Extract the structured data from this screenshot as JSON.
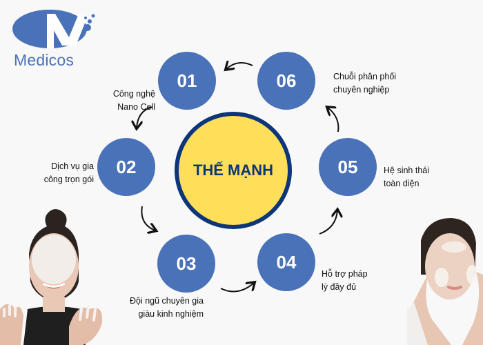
{
  "brand": {
    "name": "Medicos",
    "color": "#4a72b8"
  },
  "center": {
    "title": "THẾ MẠNH",
    "fill": "#ffde59",
    "border": "#0c3679"
  },
  "nodes": [
    {
      "number": "01",
      "label_line1": "Công nghệ",
      "label_line2": "Nano Cell"
    },
    {
      "number": "02",
      "label_line1": "Dịch vụ gia",
      "label_line2": "công trọn gói"
    },
    {
      "number": "03",
      "label_line1": "Đội ngũ chuyên gia",
      "label_line2": "giàu kinh nghiệm"
    },
    {
      "number": "04",
      "label_line1": "Hỗ trợ pháp",
      "label_line2": "lý đầy đủ"
    },
    {
      "number": "05",
      "label_line1": "Hệ sinh thái",
      "label_line2": "toàn diện"
    },
    {
      "number": "06",
      "label_line1": "Chuỗi phân phối",
      "label_line2": "chuyên nghiệp"
    }
  ],
  "colors": {
    "node": "#4a72b8",
    "background": "#f8f8f8",
    "arrow": "#111111"
  },
  "images": {
    "left_photo": "woman-with-facial-foam-smiling",
    "right_photo": "woman-washing-face-with-foam"
  }
}
